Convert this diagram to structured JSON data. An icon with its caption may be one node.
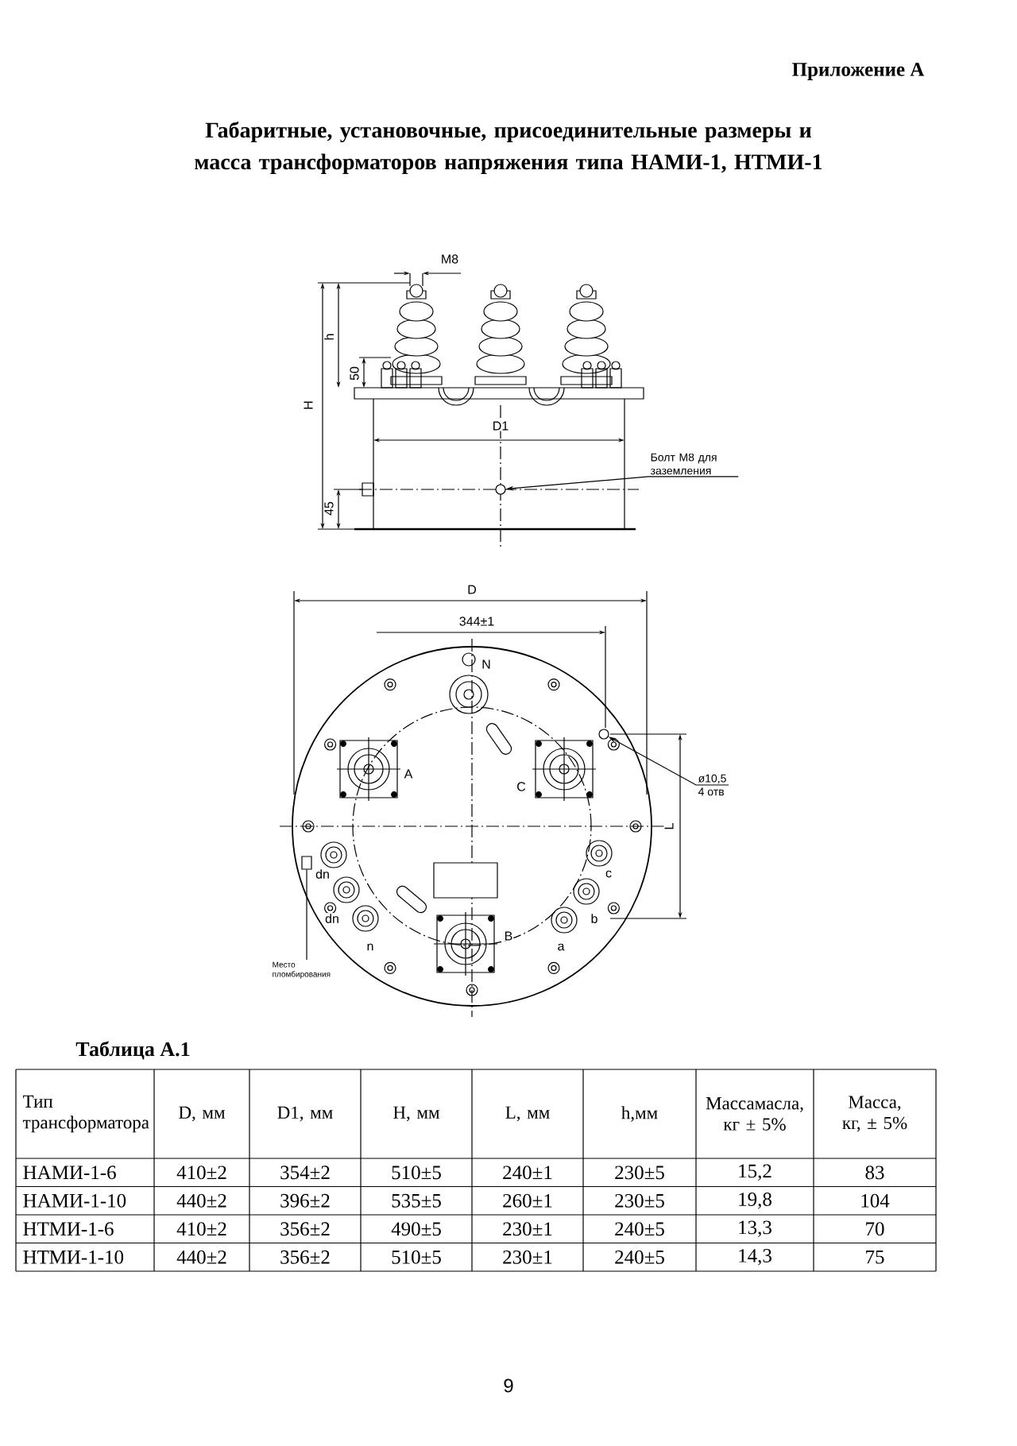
{
  "diagram": {
    "title": "Габаритные, установочные, присоединительные размеры и масса трансформаторов напряжения типа НАМИ-1, НТМИ-1",
    "nodes": [
      {
        "text": [
          "Болт М8 для заземления"
        ]
      },
      {
        "text": [],
        "shape": "circle"
      },
      {
        "text": [
          "ø10,5",
          "4 отв"
        ]
      },
      {
        "text": [],
        "shape": "circle"
      },
      {
        "text": [
          "Место пломбирования"
        ]
      },
      {
        "text": [],
        "shape": "box"
      }
    ],
    "edges": [
      {
        "from": 0,
        "to": 1,
        "arrow": "to"
      },
      {
        "from": 2,
        "to": 3,
        "arrow": "to"
      },
      {
        "from": 4,
        "to": 5,
        "arrow": "none"
      }
    ],
    "labels": [
      "Приложение А",
      "M8",
      "h",
      "50",
      "H",
      "D1",
      "45",
      "D",
      "344±1",
      "N",
      "A",
      "C",
      "L",
      "dn",
      "c",
      "dn",
      "b",
      "B",
      "n",
      "a",
      "Таблица А.1",
      "Тип трансформатора",
      "D, мм",
      "D1, мм",
      "H, мм",
      "L, мм",
      "h,мм",
      "Массамасла, кг ± 5%",
      "Масса, кг, ± 5%",
      "НАМИ-1-6",
      "410±2",
      "354±2",
      "510±5",
      "240±1",
      "230±5",
      "15,2",
      "83",
      "НАМИ-1-10",
      "440±2",
      "396±2",
      "535±5",
      "260±1",
      "230±5",
      "19,8",
      "104",
      "НТМИ-1-6",
      "410±2",
      "356±2",
      "490±5",
      "230±1",
      "240±5",
      "13,3",
      "70",
      "НТМИ-1-10",
      "440±2",
      "356±2",
      "510±5",
      "230±1",
      "240±5",
      "14,3",
      "75",
      "9"
    ]
  }
}
